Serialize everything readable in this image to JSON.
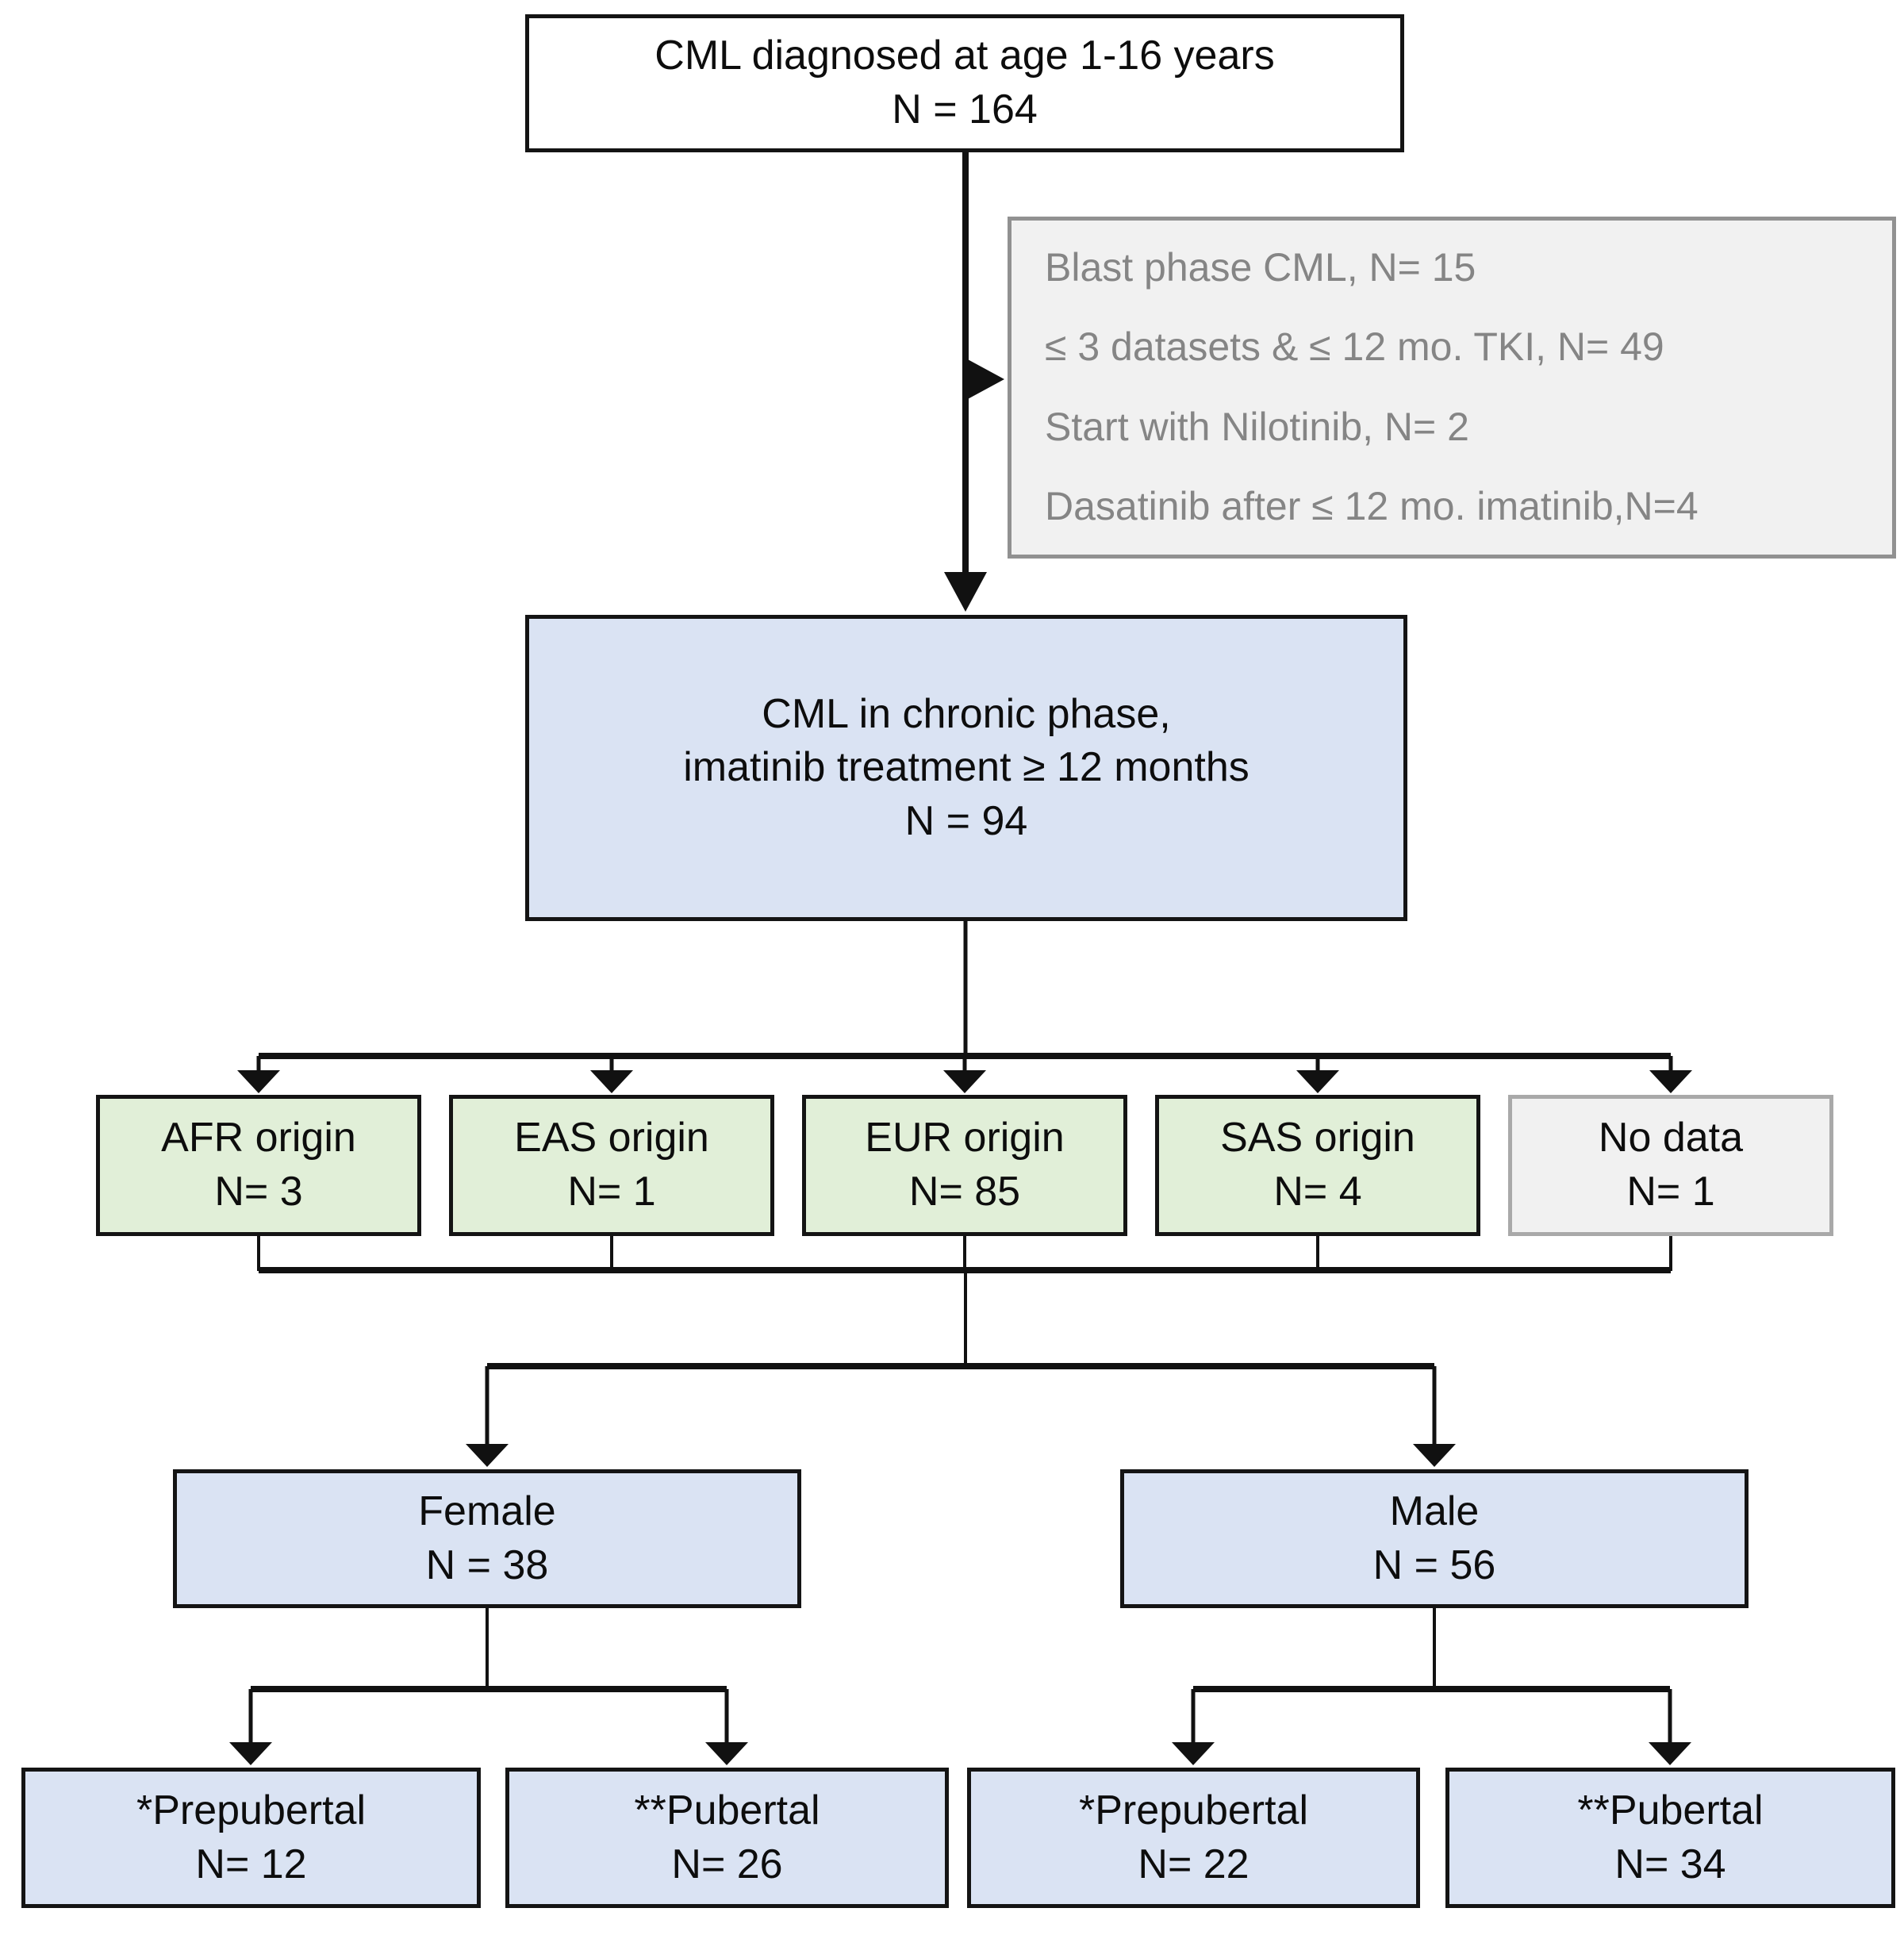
{
  "diagram": {
    "type": "flowchart",
    "nodes": {
      "diagnosed": {
        "label": "CML diagnosed at age 1-16 years",
        "count": "N = 164"
      },
      "exclusions": {
        "items": [
          "Blast phase CML, N= 15",
          "≤ 3 datasets & ≤ 12 mo. TKI, N= 49",
          "Start with Nilotinib, N= 2",
          "Dasatinib after ≤ 12 mo. imatinib,N=4"
        ]
      },
      "chronic_phase": {
        "line1": "CML in chronic phase,",
        "line2": "imatinib treatment ≥ 12 months",
        "count": "N = 94"
      },
      "afr_origin": {
        "label": "AFR origin",
        "count": "N= 3"
      },
      "eas_origin": {
        "label": "EAS origin",
        "count": "N= 1"
      },
      "eur_origin": {
        "label": "EUR origin",
        "count": "N= 85"
      },
      "sas_origin": {
        "label": "SAS origin",
        "count": "N= 4"
      },
      "no_data": {
        "label": "No data",
        "count": "N= 1"
      },
      "female": {
        "label": "Female",
        "count": "N = 38"
      },
      "male": {
        "label": "Male",
        "count": "N = 56"
      },
      "female_prepubertal": {
        "label": "*Prepubertal",
        "count": "N= 12"
      },
      "female_pubertal": {
        "label": "**Pubertal",
        "count": "N= 26"
      },
      "male_prepubertal": {
        "label": "*Prepubertal",
        "count": "N= 22"
      },
      "male_pubertal": {
        "label": "**Pubertal",
        "count": "N= 34"
      }
    },
    "colors": {
      "box_blue_fill": "#dae3f3",
      "box_green_fill": "#e1efd8",
      "box_white_fill": "#ffffff",
      "box_border_black": "#141414",
      "muted_fill": "#f1f1f1",
      "muted_border": "#919191",
      "muted_text": "#858585",
      "connector": "#111111"
    }
  }
}
